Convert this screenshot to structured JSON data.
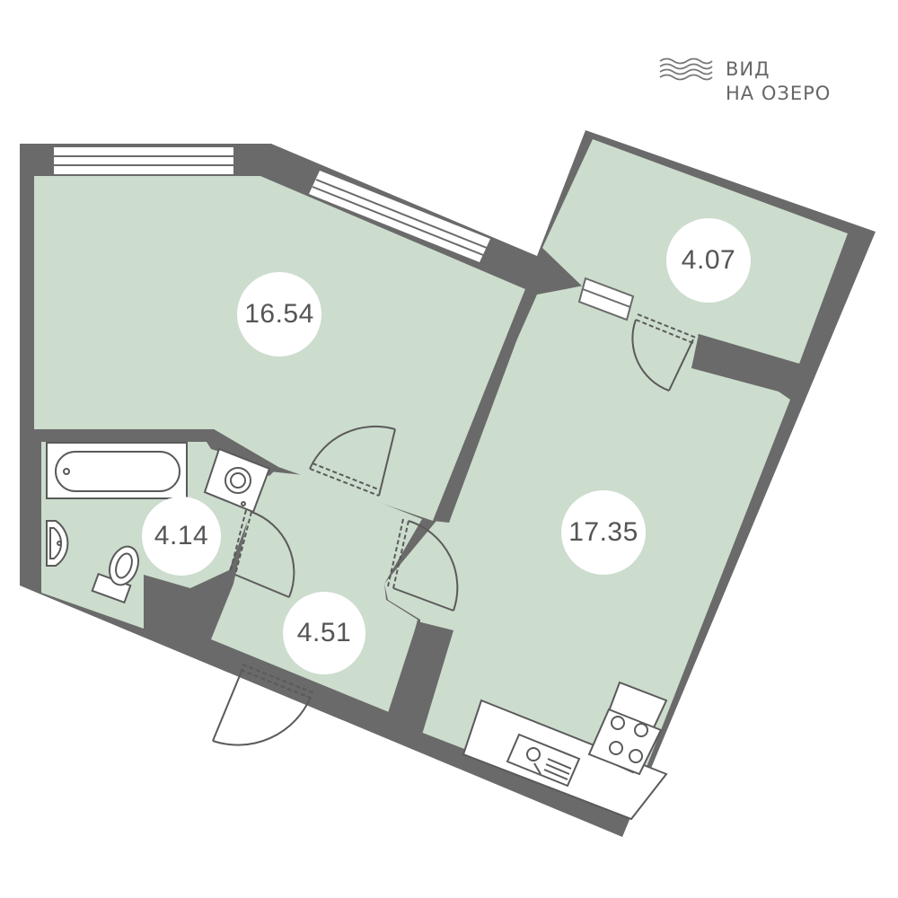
{
  "view": {
    "line1": "ВИД",
    "line2": "НА ОЗЕРО",
    "icon": "waves-icon"
  },
  "rooms": [
    {
      "id": "room",
      "area": "16.54"
    },
    {
      "id": "kitchen-living",
      "area": "17.35"
    },
    {
      "id": "balcony",
      "area": "4.07"
    },
    {
      "id": "bathroom",
      "area": "4.14"
    },
    {
      "id": "hallway",
      "area": "4.51"
    }
  ],
  "colors": {
    "floor": "#ccdccd",
    "wall": "#6a6a6a",
    "fixture": "#ffffff",
    "line": "#5a5a5a",
    "text": "#555555"
  }
}
